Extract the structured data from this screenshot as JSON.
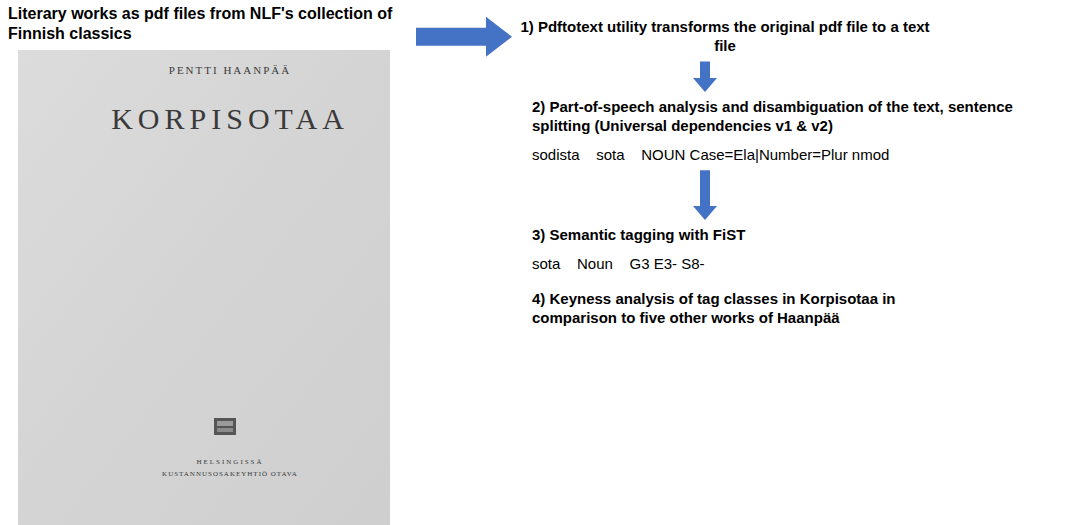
{
  "diagram": {
    "nodes": [
      {
        "text": [
          "Literary works as pdf files from NLF's collection of Finnish classics"
        ]
      },
      {
        "text": [
          "1) Pdftotext utility transforms the original pdf file to a text file"
        ]
      },
      {
        "text": [
          "2) Part-of-speech analysis and disambiguation of the text, sentence splitting (Universal dependencies v1 & v2)",
          "sodista    sota    NOUN Case=Ela|Number=Plur nmod"
        ]
      },
      {
        "text": [
          "3) Semantic tagging with FiST",
          "sota    Noun    G3 E3- S8-"
        ]
      },
      {
        "text": [
          "4) Keyness analysis of tag classes in Korpisotaa in comparison to five other works of Haanpää"
        ]
      }
    ],
    "edges": [
      {
        "from": 0,
        "to": 1,
        "arrow": "to"
      },
      {
        "from": 1,
        "to": 2,
        "arrow": "to"
      },
      {
        "from": 2,
        "to": 3,
        "arrow": "to"
      }
    ],
    "labels": [
      "PENTTI HAANPÄÄ",
      "KORPISOTAA",
      "HELSINGISSÄ",
      "KUSTANNUSOSAKEYHTIÖ OTAVA"
    ]
  }
}
